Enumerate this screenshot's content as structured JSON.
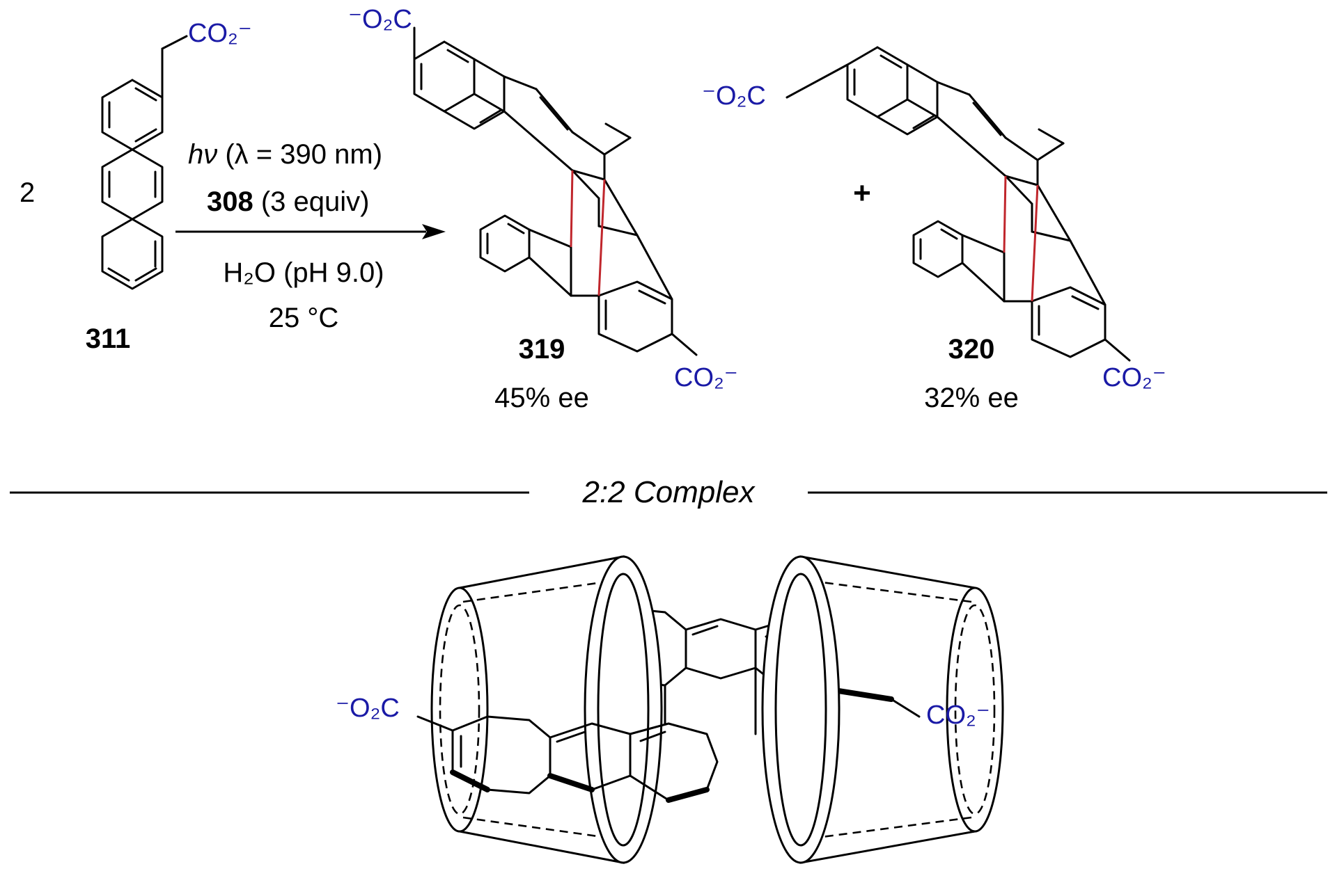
{
  "reactant": {
    "label": "311",
    "coefficient": "2",
    "substituent": "CO₂⁻"
  },
  "conditions": {
    "line1_h": "h",
    "line1_nu": "ν",
    "line1_rest": " (λ = 390 nm)",
    "line2_bold": "308",
    "line2_rest": " (3 equiv)",
    "line3": "H₂O (pH 9.0)",
    "line4": "25 °C"
  },
  "products": [
    {
      "label": "319",
      "ee": "45% ee",
      "substituent_top": "⁻O₂C",
      "substituent_bottom": "CO₂⁻"
    },
    {
      "label": "320",
      "ee": "32% ee",
      "substituent_top": "⁻O₂C",
      "substituent_bottom": "CO₂⁻"
    }
  ],
  "plus": "+",
  "complex": {
    "title": "2:2 Complex",
    "left_group": "⁻O₂C",
    "right_group": "CO₂⁻"
  },
  "colors": {
    "carboxylate": "#1a1aa6",
    "new_bond": "#c0262c"
  }
}
